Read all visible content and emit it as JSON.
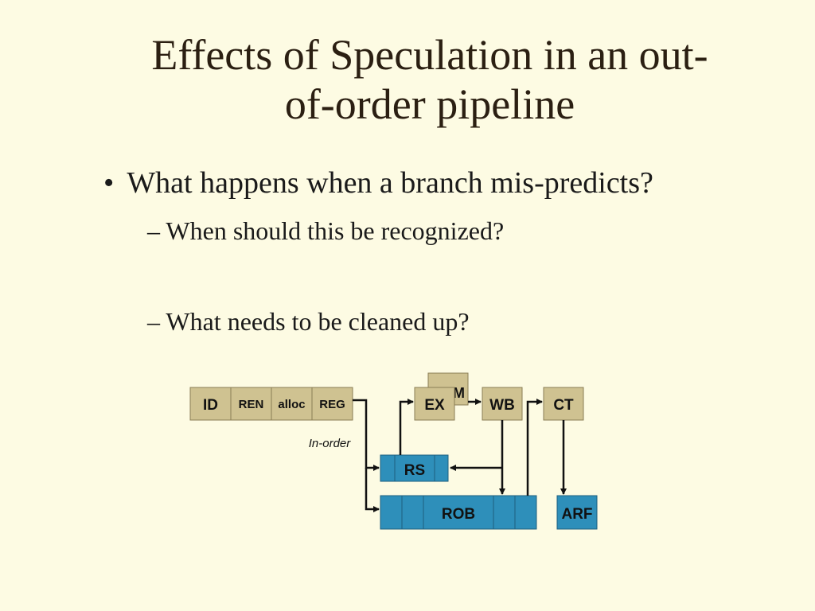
{
  "slide": {
    "title_line1": "Effects of Speculation in an  out-",
    "title_line2": "of-order pipeline",
    "bullet": "What happens when a branch mis-predicts?",
    "subbullets": [
      "When should this be recognized?",
      "What needs to be cleaned up?"
    ]
  },
  "diagram": {
    "front_end": [
      "ID",
      "REN",
      "alloc",
      "REG"
    ],
    "in_order_label": "In-order",
    "mem": "MEM",
    "ex": "EX",
    "wb": "WB",
    "ct": "CT",
    "rs": "RS",
    "rob": "ROB",
    "arf": "ARF"
  },
  "colors": {
    "background": "#fdfbe3",
    "stage_tan": "#cfc291",
    "queue_blue": "#2e8fba"
  }
}
